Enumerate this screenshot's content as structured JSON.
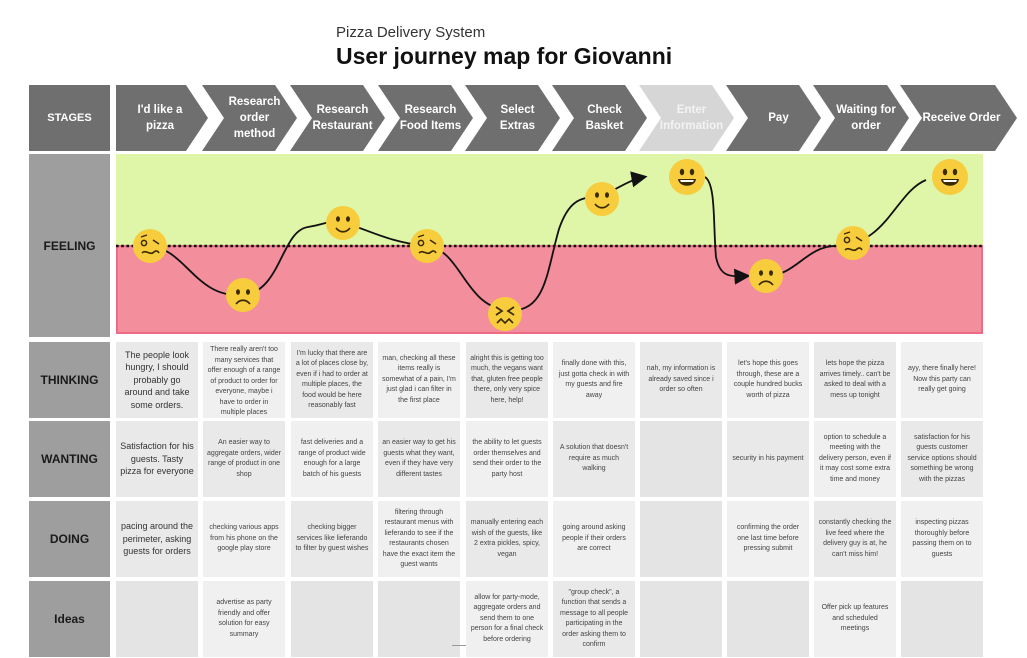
{
  "header": {
    "subtitle": "Pizza Delivery System",
    "title": "User journey map for Giovanni"
  },
  "row_labels": {
    "stages": "STAGES",
    "feeling": "FEELING",
    "thinking": "THINKING",
    "wanting": "WANTING",
    "doing": "DOING",
    "ideas": "Ideas"
  },
  "stages": [
    "I'd like a pizza",
    "Research order method",
    "Research Restaurant",
    "Research Food Items",
    "Select Extras",
    "Check Basket",
    "Enter Information",
    "Pay",
    "Waiting for order",
    "Receive Order"
  ],
  "feelings": [
    {
      "stage": "I'd like a pizza",
      "emoji": "woozy-face",
      "level": "neutral"
    },
    {
      "stage": "Research order method",
      "emoji": "frowning-face",
      "level": "negative"
    },
    {
      "stage": "Research Restaurant",
      "emoji": "slightly-smiling-face",
      "level": "positive"
    },
    {
      "stage": "Research Food Items",
      "emoji": "woozy-face",
      "level": "neutral"
    },
    {
      "stage": "Select Extras",
      "emoji": "confounded-face",
      "level": "very negative"
    },
    {
      "stage": "Check Basket",
      "emoji": "slightly-smiling-face",
      "level": "positive"
    },
    {
      "stage": "Enter Information",
      "emoji": "grinning-face",
      "level": "very positive"
    },
    {
      "stage": "Pay",
      "emoji": "frowning-face",
      "level": "negative"
    },
    {
      "stage": "Waiting for order",
      "emoji": "woozy-face",
      "level": "neutral"
    },
    {
      "stage": "Receive Order",
      "emoji": "grinning-face",
      "level": "very positive"
    }
  ],
  "colors": {
    "stage_bg": "#6f6f6f",
    "stage_muted": "#d6d6d6",
    "label_bg": "#9e9e9e",
    "positive_zone": "#dff5a8",
    "negative_zone": "#f38e9c",
    "emoji_yellow": "#f7cc3d"
  },
  "thinking": [
    "The people look hungry, I should probably go around and take some orders.",
    "There really aren't too many services that offer enough of a range of product to order for everyone, maybe i have to order in multiple places",
    "I'm lucky that there are a lot of places close by, even if i had to order at multiple places, the food would be here reasonably fast",
    "man, checking all these items really is somewhat of a pain, I'm just glad i can filter in the first place",
    "alright this is getting too much, the vegans want that, gluten free people there, only very spice here, help!",
    "finally done with this, just gotta check in with my guests and fire away",
    "nah, my information is already saved since i order so often",
    "let's hope this goes through, these are a couple hundred bucks worth of pizza",
    "lets hope the pizza arrives timely.. can't be asked to deal with a mess up tonight",
    "ayy, there finally here! Now this party can really get going"
  ],
  "wanting": [
    "Satisfaction for his guests. Tasty pizza for everyone",
    "An easier way to aggregate orders, wider range of product in one shop",
    "fast deliveries and a range of product wide enough for a large batch of his guests",
    "an easier way to get his guests what they want, even if they have very different tastes",
    "the ability to let guests order themselves and send their order to the party host",
    "A solution that doesn't require as much walking",
    "",
    "security in his payment",
    "option to schedule a meeting with the delivery person, even if it may cost some extra time and money",
    "satisfaction for his guests customer service options should something be wrong with the pizzas"
  ],
  "doing": [
    "pacing around the perimeter, asking guests for orders",
    "checking various apps from his phone on the google play store",
    "checking bigger services like lieferando to filter by guest wishes",
    "filtering through restaurant menus with lieferando to see if the restaurants chosen have the exact item the guest wants",
    "manually entering each wish of the guests, like 2 extra pickles, spicy, vegan",
    "going around asking people if their orders are correct",
    "",
    "confirming the order one last time before pressing submit",
    "constantly checking the live feed where the delivery guy is at, he can't miss him!",
    "inspecting pizzas thoroughly before passing them on to guests"
  ],
  "ideas": [
    "",
    "advertise as party friendly and offer solution for easy summary",
    "",
    "",
    "allow for party-mode, aggregate orders and send them to one person for a final check before ordering",
    "\"group check\", a function that sends a message to all people participating in the order asking them to confirm",
    "",
    "",
    "Offer pick up features and scheduled meetings",
    ""
  ]
}
